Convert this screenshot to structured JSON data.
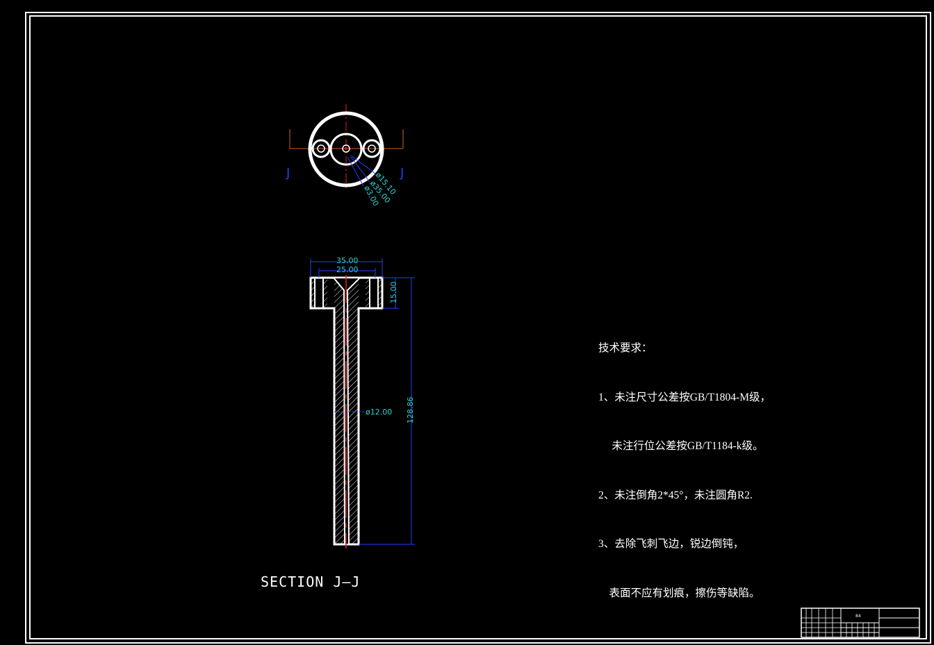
{
  "colors": {
    "background": "#000000",
    "outline": "#ffffff",
    "dimension": "#2fd0d0",
    "dimension_line": "#2040ff",
    "centerline": "#e02020",
    "section_line": "#d06020"
  },
  "top_view": {
    "section_marker_left": "J",
    "section_marker_right": "J",
    "dims": {
      "d1": "ø15.10",
      "d2": "ø35.00",
      "d3": "ø3.00"
    }
  },
  "section_view": {
    "dims": {
      "outer_width": "35.00",
      "inner_width": "25.00",
      "flange_height": "15.00",
      "shaft_diameter": "ø12.00",
      "total_length": "128.86"
    },
    "label": "SECTION  J—J"
  },
  "notes": {
    "title": "技术要求：",
    "line1": "1、未注尺寸公差按GB/T1804-M级，",
    "line2": "     未注行位公差按GB/T1184-k级。",
    "line3": "2、未注倒角2*45°，未注圆角R2.",
    "line4": "3、去除飞刺飞边，锐边倒钝，",
    "line5": "    表面不应有划痕，擦伤等缺陷。"
  },
  "title_block": {
    "cell_label": "84"
  }
}
